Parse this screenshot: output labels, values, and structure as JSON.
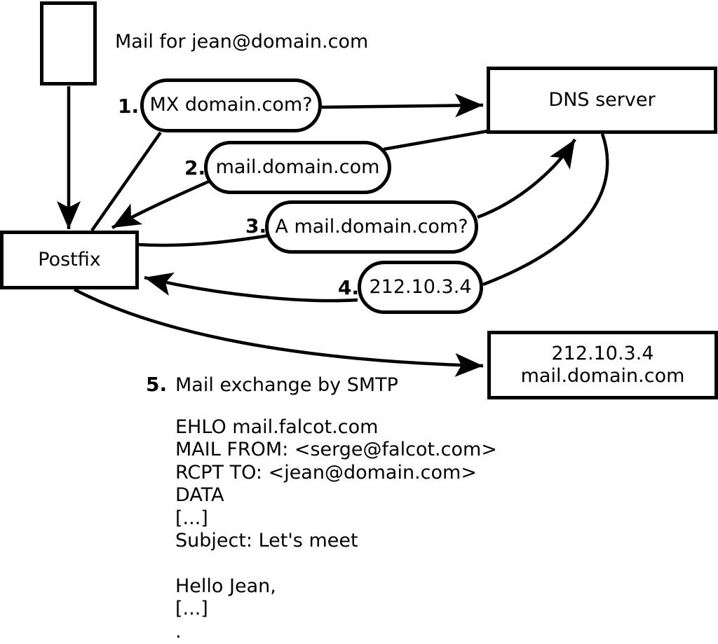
{
  "diagram": {
    "title": "Mail for jean@domain.com",
    "colors": {
      "ink": "#000000",
      "background": "#ffffff"
    },
    "nodes": {
      "postfix": {
        "label": "Postfix"
      },
      "dns_server": {
        "label": "DNS server"
      },
      "mail_server": {
        "line1": "212.10.3.4",
        "line2": "mail.domain.com"
      }
    },
    "steps": [
      {
        "num": "1.",
        "label": "MX domain.com?"
      },
      {
        "num": "2.",
        "label": "mail.domain.com"
      },
      {
        "num": "3.",
        "label": "A mail.domain.com?"
      },
      {
        "num": "4.",
        "label": "212.10.3.4"
      },
      {
        "num": "5.",
        "label": "Mail exchange by SMTP"
      }
    ],
    "smtp_session": {
      "lines": [
        "EHLO mail.falcot.com",
        "MAIL FROM: <serge@falcot.com>",
        "RCPT TO: <jean@domain.com>",
        "DATA",
        "[...]",
        "Subject: Let's meet",
        "",
        "Hello Jean,",
        "[...]",
        "."
      ]
    }
  }
}
